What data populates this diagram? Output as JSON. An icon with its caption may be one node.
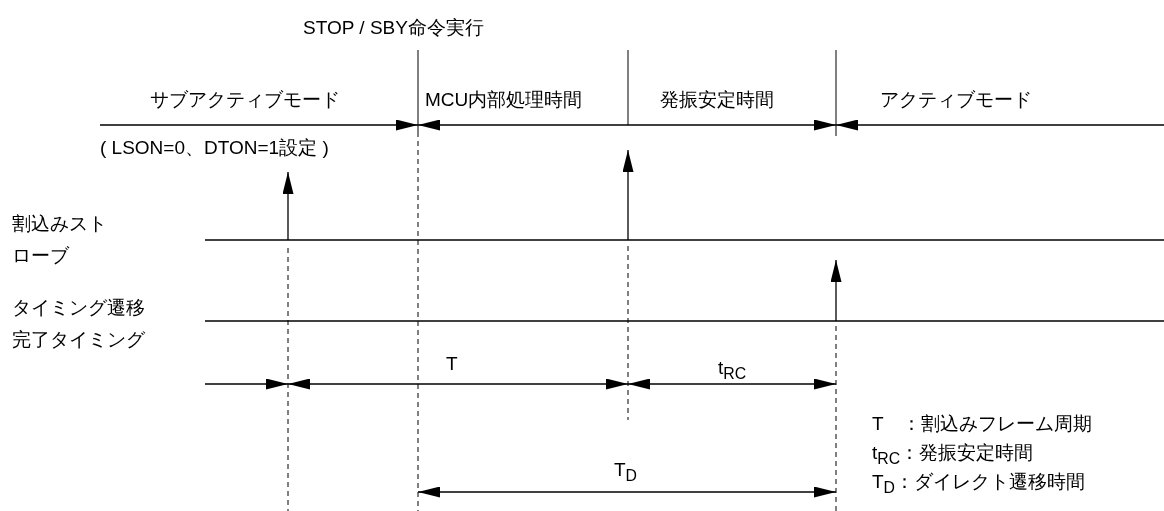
{
  "diagram": {
    "labels": [
      "STOP / SBY命令実行",
      "サブアクティブモード",
      "MCU内部処理時間",
      "発振安定時間",
      "アクティブモード",
      "( LSON=0、DTON=1設定 )",
      "割込みストローブ",
      "タイミング遷移完了タイミング",
      "T",
      "t$_{RC}$",
      "T$_{D}$",
      "T　：割込みフレーム周期",
      "t$_{RC}$：発振安定時間",
      "T$_{D}$：ダイレクト遷移時間"
    ]
  }
}
